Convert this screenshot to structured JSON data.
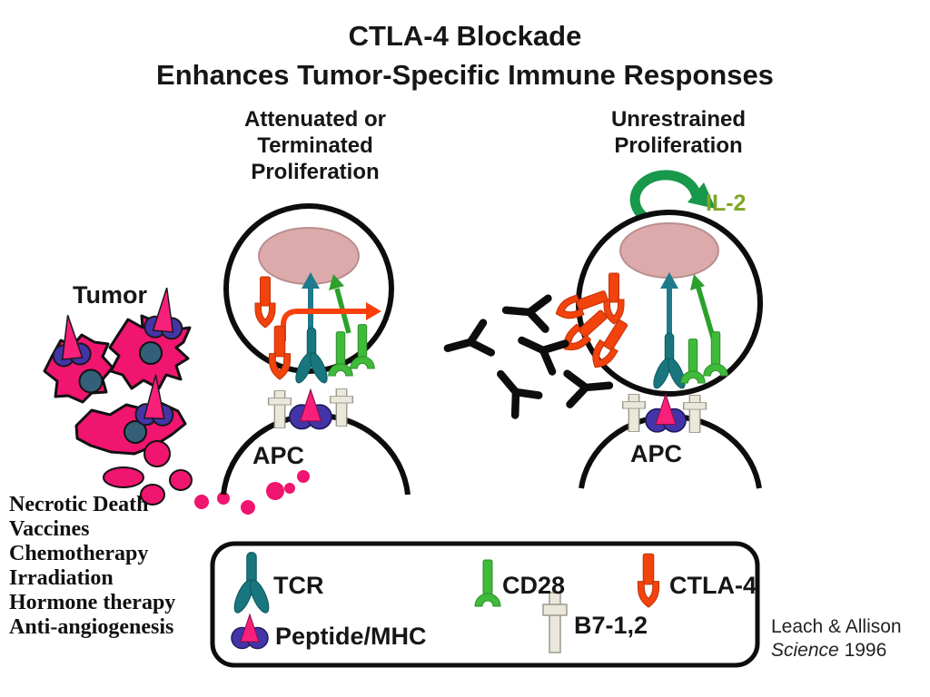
{
  "title": {
    "line1": "CTLA-4 Blockade",
    "line2": "Enhances Tumor-Specific Immune Responses"
  },
  "left_panel": {
    "heading": [
      "Attenuated or",
      "Terminated",
      "Proliferation"
    ],
    "apc_label": "APC"
  },
  "right_panel": {
    "heading": [
      "Unrestrained",
      "Proliferation"
    ],
    "il2_label": "IL-2",
    "apc_label": "APC"
  },
  "tumor": {
    "label": "Tumor",
    "treatments": [
      "Necrotic Death",
      "Vaccines",
      "Chemotherapy",
      "Irradiation",
      "Hormone therapy",
      "Anti-angiogenesis"
    ]
  },
  "legend": {
    "tcr": "TCR",
    "cd28": "CD28",
    "ctla4": "CTLA-4",
    "peptide_mhc": "Peptide/MHC",
    "b7": "B7-1,2"
  },
  "attribution": {
    "authors": "Leach & Allison",
    "journal": "Science",
    "year": "1996"
  },
  "icons": {
    "tcr": "tcr-receptor-icon",
    "cd28": "cd28-receptor-icon",
    "ctla4": "ctla4-receptor-icon",
    "peptide_mhc": "peptide-mhc-icon",
    "b7": "b7-molecule-icon",
    "antibody": "anti-ctla4-antibody-icon",
    "il2_arrow": "il2-secretion-arrow-icon"
  },
  "colors": {
    "tcr_teal": "#19767E",
    "cd28_green": "#3FBA3A",
    "ctla4_orange": "#F2430D",
    "mhc_indigo": "#4335A8",
    "peptide_pink": "#F9207C",
    "tumor_pink": "#F0156F",
    "tumor_nucleus": "#336078",
    "b7_fill": "#EBE7DB",
    "il2_arrow_green": "#17984A",
    "il2_text_green": "#7FA624",
    "nucleus_fill": "#DCAAAA",
    "inhibit_arrow_red": "#F8400C",
    "signal_arrow_teal": "#1F7A8C",
    "signal_arrow_green": "#2BA02B",
    "antibody_black": "#0D0D0D"
  }
}
